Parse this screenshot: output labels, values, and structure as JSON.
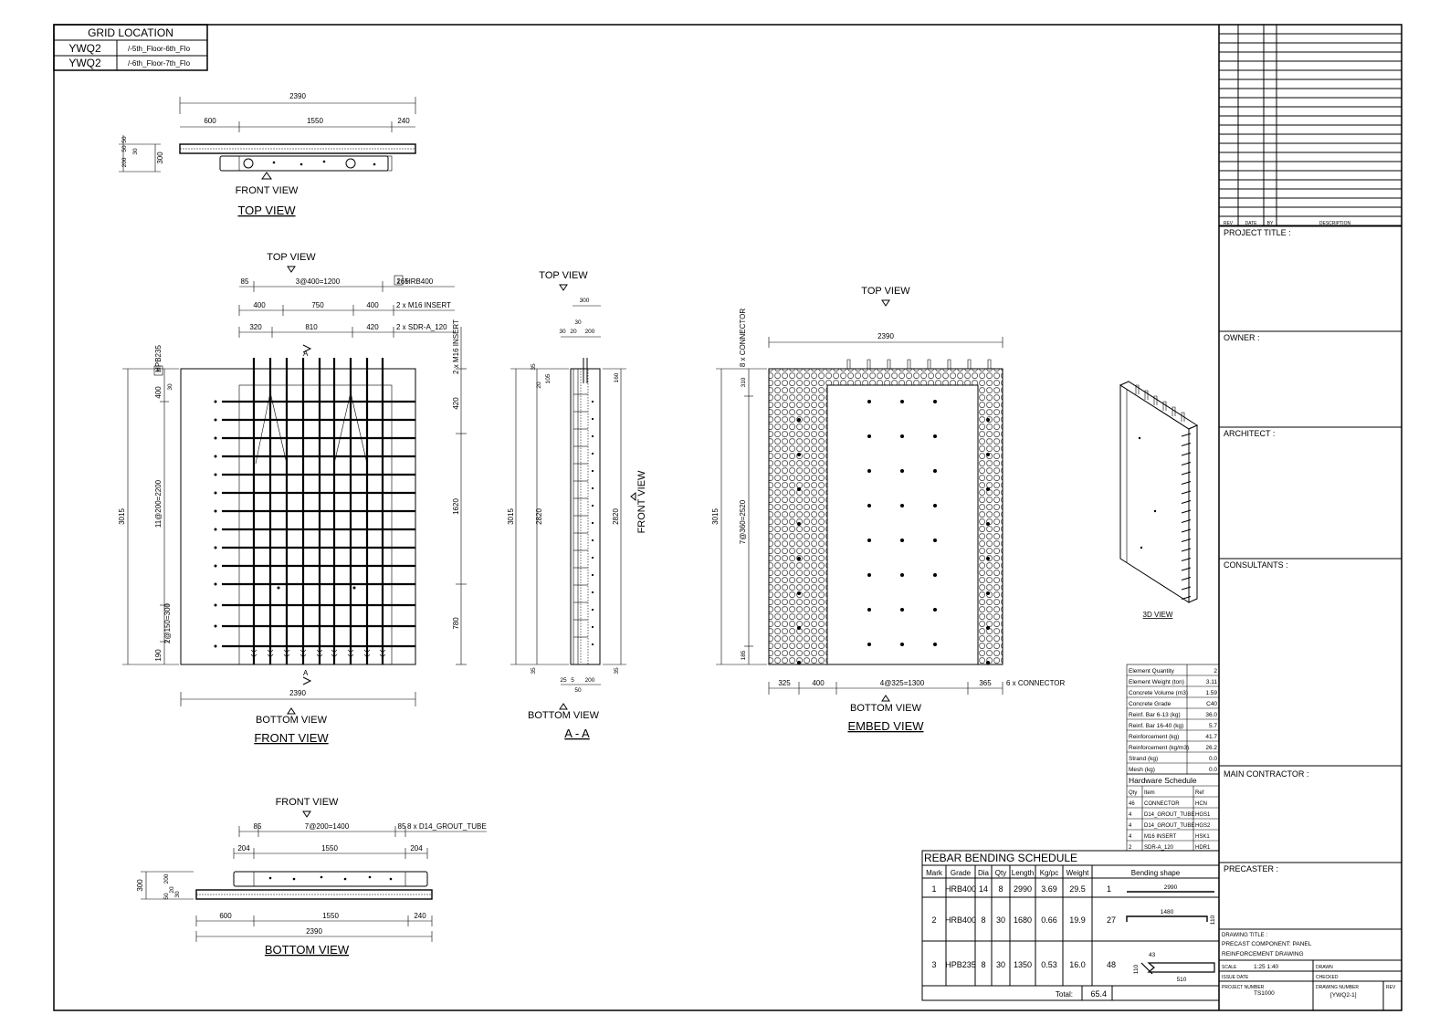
{
  "grid_location": {
    "header": "GRID LOCATION",
    "rows": [
      {
        "grid": "YWQ2",
        "floor": "/-5th_Floor-6th_Flo"
      },
      {
        "grid": "YWQ2",
        "floor": "/-6th_Floor-7th_Flo"
      }
    ]
  },
  "top_view": {
    "title": "TOP VIEW",
    "front_view_ref": "FRONT VIEW",
    "dims": {
      "overall": "2390",
      "left": "600",
      "mid": "1550",
      "right": "240",
      "height": "300",
      "h1": "200",
      "h2": "50",
      "h3": "50",
      "h4": "30"
    }
  },
  "front_view": {
    "title": "FRONT VIEW",
    "top_ref": "TOP VIEW",
    "bottom_ref": "BOTTOM VIEW",
    "section_mark": "A",
    "dims": {
      "top1_a": "85",
      "top1_b": "3@400=1200",
      "top1_c": "265",
      "top1_note": "HRB400",
      "top1_tag": "1",
      "top2_a": "400",
      "top2_b": "750",
      "top2_c": "400",
      "top2_note": "2 x M16 INSERT",
      "top3_a": "320",
      "top3_b": "810",
      "top3_c": "420",
      "top3_note": "2 x SDR-A_120",
      "height": "3015",
      "left_spacing": "11@200=2200",
      "left_bottom": "2@150=300",
      "left_top": "400",
      "left_top_small": "30",
      "left_190": "190",
      "left_note": "HPB235",
      "left_tag": "3",
      "right_note": "2 x M16 INSERT",
      "right1": "420",
      "right2": "1620",
      "right3": "780",
      "bottom": "2390"
    }
  },
  "section_aa": {
    "title": "A - A",
    "top_ref": "TOP VIEW",
    "bottom_ref": "BOTTOM VIEW",
    "front_ref": "FRONT VIEW",
    "dims": {
      "top_300": "300",
      "top_30": "30",
      "top_30b": "30",
      "top_20": "20",
      "top_200": "200",
      "left_35": "35",
      "left_20": "20",
      "left_105": "105",
      "left_3015": "3015",
      "left_2820": "2820",
      "left_35b": "35",
      "right_160": "160",
      "right_2820": "2820",
      "right_35": "35",
      "bot_25": "25",
      "bot_5": "5",
      "bot_50": "50",
      "bot_200": "200"
    }
  },
  "embed_view": {
    "title": "EMBED VIEW",
    "top_ref": "TOP VIEW",
    "bottom_ref": "BOTTOM VIEW",
    "dims": {
      "top": "2390",
      "connector_top": "8 x CONNECTOR",
      "left_310": "310",
      "left_spacing": "7@360=2520",
      "left_3015": "3015",
      "left_185": "185",
      "bot_325": "325",
      "bot_400": "400",
      "bot_spacing": "4@325=1300",
      "bot_365": "365",
      "connector_bot": "6 x CONNECTOR"
    }
  },
  "view_3d": {
    "title": "3D VIEW"
  },
  "bottom_view": {
    "title": "BOTTOM VIEW",
    "front_ref": "FRONT VIEW",
    "dims": {
      "top_85": "85",
      "top_spacing": "7@200=1400",
      "top_85b": "85",
      "note": "8 x D14_GROUT_TUBE",
      "mid_204": "204",
      "mid_1550": "1550",
      "mid_204b": "204",
      "bot_600": "600",
      "bot_1550": "1550",
      "bot_240": "240",
      "overall": "2390",
      "h_300": "300",
      "h_200": "200",
      "h_50": "50",
      "h_20": "20",
      "h_30": "30"
    }
  },
  "element_summary": [
    {
      "label": "Element Quantity",
      "value": "2"
    },
    {
      "label": "Element Weight (ton)",
      "value": "3.11"
    },
    {
      "label": "Concrete Volume (m3)",
      "value": "1.59"
    },
    {
      "label": "Concrete Grade",
      "value": "C40"
    },
    {
      "label": "Reinf. Bar 6-13 (kg)",
      "value": "36.0"
    },
    {
      "label": "Reinf. Bar 16-40 (kg)",
      "value": "5.7"
    },
    {
      "label": "Reinforcement (kg)",
      "value": "41.7"
    },
    {
      "label": "Reinforcement (kg/m3)",
      "value": "26.2"
    },
    {
      "label": "Strand (kg)",
      "value": "0.0"
    },
    {
      "label": "Mesh (kg)",
      "value": "0.0"
    }
  ],
  "hardware_schedule": {
    "title": "Hardware Schedule",
    "headers": [
      "Qty",
      "Item",
      "Ref"
    ],
    "rows": [
      [
        "46",
        "CONNECTOR",
        "HCN"
      ],
      [
        "4",
        "D14_GROUT_TUBE",
        "HGS1"
      ],
      [
        "4",
        "D14_GROUT_TUBE",
        "HGS2"
      ],
      [
        "4",
        "M16 INSERT",
        "HSK1"
      ],
      [
        "2",
        "SDR-A_120",
        "HDR1"
      ]
    ]
  },
  "rebar_schedule": {
    "title": "REBAR BENDING SCHEDULE",
    "headers": [
      "Mark",
      "Grade",
      "Dia",
      "Qty",
      "Length",
      "Kg/pc",
      "Weight",
      "Bending shape"
    ],
    "rows": [
      {
        "mark": "1",
        "grade": "HRB400",
        "dia": "14",
        "qty": "8",
        "length": "2990",
        "kgpc": "3.69",
        "weight": "29.5",
        "shape_no": "1",
        "shape_dim": "2990"
      },
      {
        "mark": "2",
        "grade": "HRB400",
        "dia": "8",
        "qty": "30",
        "length": "1680",
        "kgpc": "0.66",
        "weight": "19.9",
        "shape_no": "27",
        "shape_dim": "1480",
        "shape_dim2": "110"
      },
      {
        "mark": "3",
        "grade": "HPB235",
        "dia": "8",
        "qty": "30",
        "length": "1350",
        "kgpc": "0.53",
        "weight": "16.0",
        "shape_no": "48",
        "shape_dim": "510",
        "shape_dim2": "43",
        "shape_dim3": "110"
      }
    ],
    "total_label": "Total:",
    "total_value": "65.4"
  },
  "title_block": {
    "rev_headers": [
      "REV",
      "DATE",
      "BY",
      "DESCRIPTION"
    ],
    "project_title": "PROJECT TITLE :",
    "owner": "OWNER :",
    "architect": "ARCHITECT :",
    "consultants": "CONSULTANTS :",
    "main_contractor": "MAIN CONTRACTOR :",
    "precaster": "PRECASTER :",
    "drawing_title_label": "DRAWING TITLE :",
    "drawing_title_1": "PRECAST COMPONENT: PANEL",
    "drawing_title_2": "REINFORCEMENT DRAWING",
    "scale_label": "SCALE",
    "scale_value": "1:25 1:40",
    "drawn_label": "DRAWN",
    "issue_label": "ISSUE DATE",
    "checked_label": "CHECKED",
    "project_no_label": "PROJECT NUMBER",
    "project_no_value": "TS1000",
    "drawing_no_label": "DRAWING NUMBER",
    "drawing_no_value": "[YWQ2-1]",
    "rev_label": "REV"
  }
}
